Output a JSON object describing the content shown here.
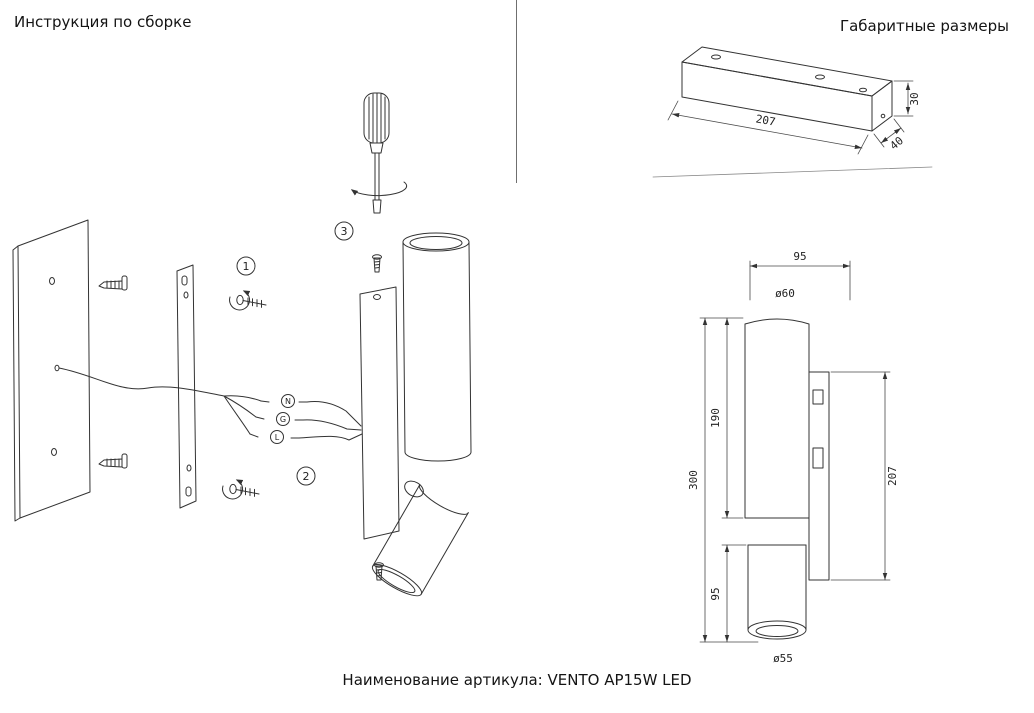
{
  "titles": {
    "assembly": "Инструкция по сборке",
    "dimensions": "Габаритные размеры"
  },
  "footer": {
    "article": "Наименование артикула: VENTO AP15W LED"
  },
  "assembly": {
    "steps": [
      "1",
      "2",
      "3"
    ],
    "wire_labels": [
      "N",
      "G",
      "L"
    ]
  },
  "dims": {
    "bracket_length": "207",
    "bracket_depth": "40",
    "bracket_height": "30",
    "top_width": "95",
    "head_d": "ø60",
    "upper_h": "190",
    "total_h": "300",
    "plate_h": "207",
    "lower_h": "95",
    "lower_d": "ø55"
  },
  "colors": {
    "line": "#333333",
    "background": "#ffffff"
  }
}
